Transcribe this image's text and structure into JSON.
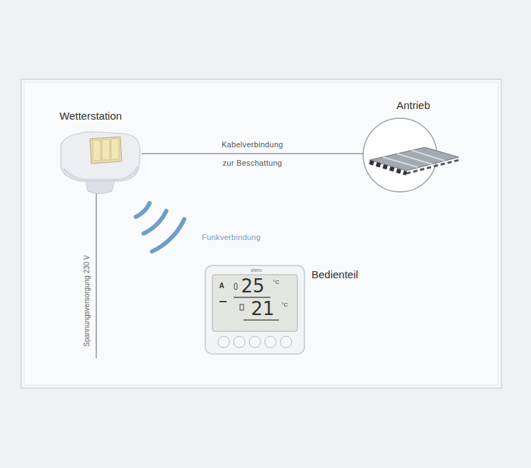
{
  "diagram": {
    "nodes": [
      {
        "text": [
          "Wetterstation"
        ]
      },
      {
        "text": [
          "Antrieb"
        ]
      },
      {
        "text": [
          "Bedienteil"
        ]
      }
    ],
    "edges": [
      {
        "from": 0,
        "to": 1,
        "arrow": "none",
        "label": "Kabelverbindung zur Beschattung"
      },
      {
        "from": 0,
        "to": 2,
        "arrow": "none",
        "label": "Funkverbindung"
      }
    ],
    "labels": [
      "Spannungsversorgung 230 V",
      "elero",
      "A",
      "25",
      "°C",
      "21",
      "°C"
    ]
  }
}
